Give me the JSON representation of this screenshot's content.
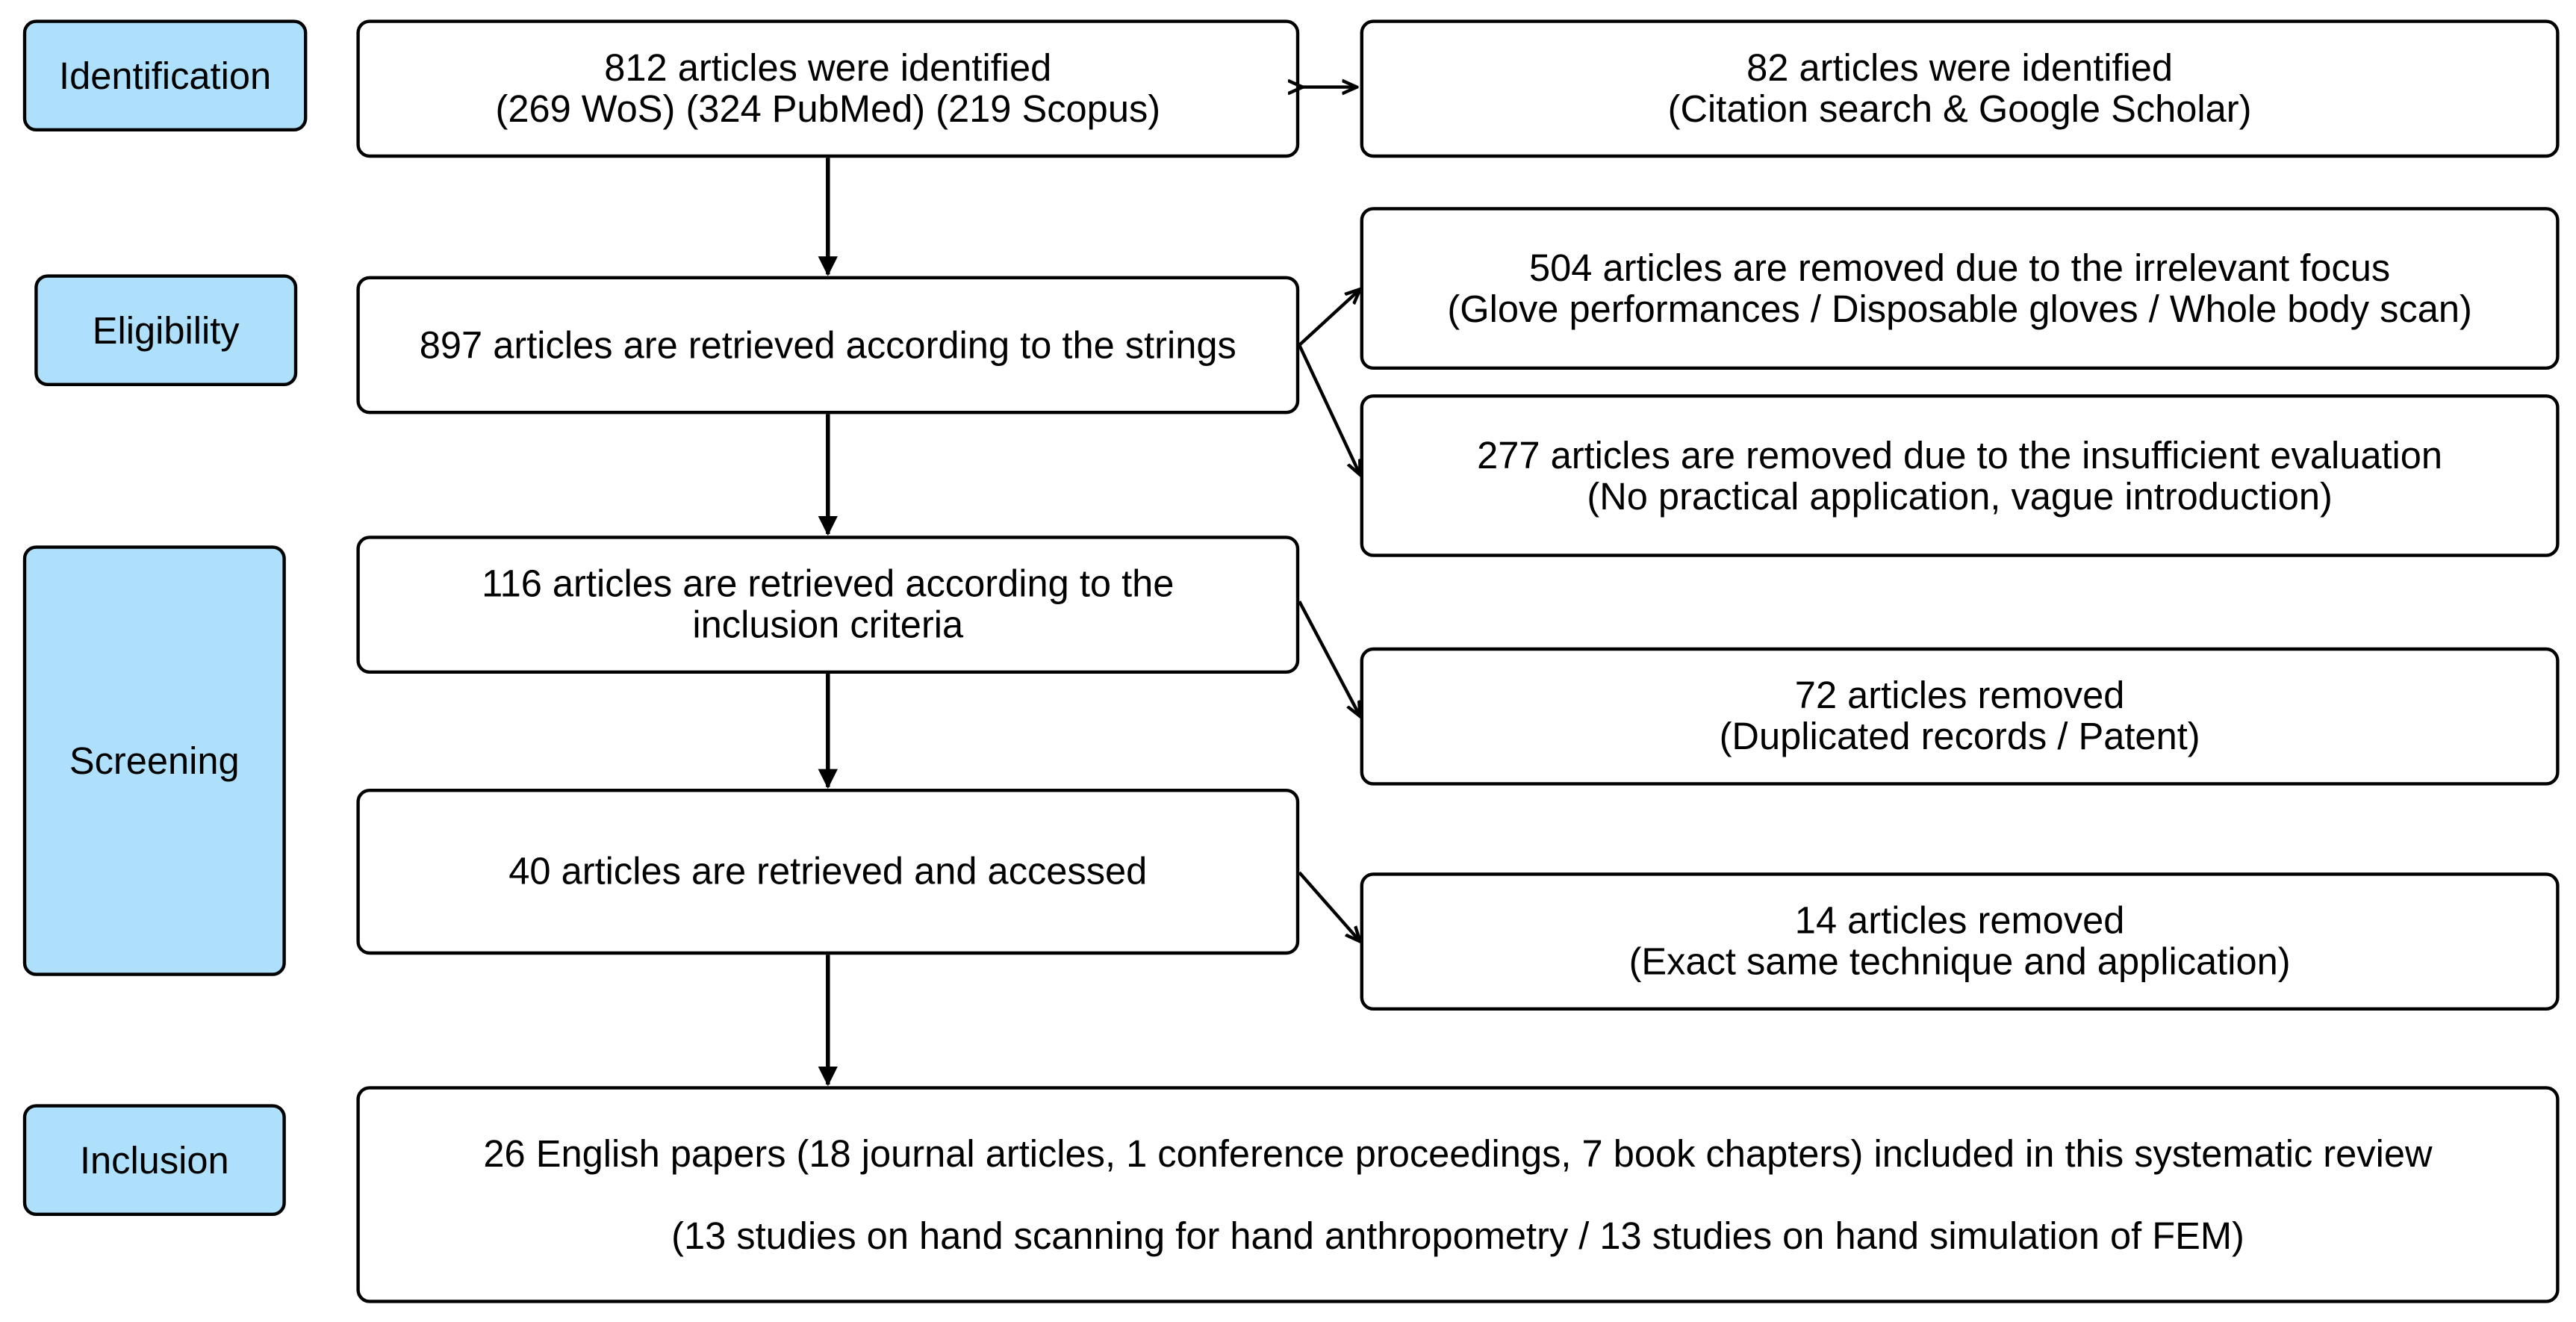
{
  "stages": {
    "identification": "Identification",
    "eligibility": "Eligibility",
    "screening": "Screening",
    "inclusion": "Inclusion"
  },
  "boxes": {
    "identified_db": {
      "line1": "812 articles were identified",
      "line2": "(269 WoS)  (324 PubMed)  (219 Scopus)"
    },
    "identified_other": {
      "line1": "82 articles were identified",
      "line2": "(Citation search & Google Scholar)"
    },
    "retrieved_strings": {
      "line1": "897 articles are retrieved according to the strings"
    },
    "removed_focus": {
      "line1": "504 articles are removed due to the irrelevant focus",
      "line2": "(Glove performances / Disposable gloves / Whole body scan)"
    },
    "removed_evaluation": {
      "line1": "277 articles are removed due to the insufficient evaluation",
      "line2": "(No practical application, vague introduction)"
    },
    "retrieved_inclusion": {
      "line1": "116 articles are retrieved according to the",
      "line2": "inclusion criteria"
    },
    "removed_duplicates": {
      "line1": "72 articles removed",
      "line2": "(Duplicated records / Patent)"
    },
    "retrieved_accessed": {
      "line1": "40 articles are retrieved and accessed"
    },
    "removed_same": {
      "line1": "14 articles removed",
      "line2": "(Exact same technique and application)"
    },
    "included": {
      "line1": "26 English papers (18 journal articles, 1 conference proceedings, 7 book chapters) included in this systematic review",
      "line2": "(13 studies on hand scanning for hand anthropometry / 13 studies on hand simulation of FEM)"
    }
  }
}
